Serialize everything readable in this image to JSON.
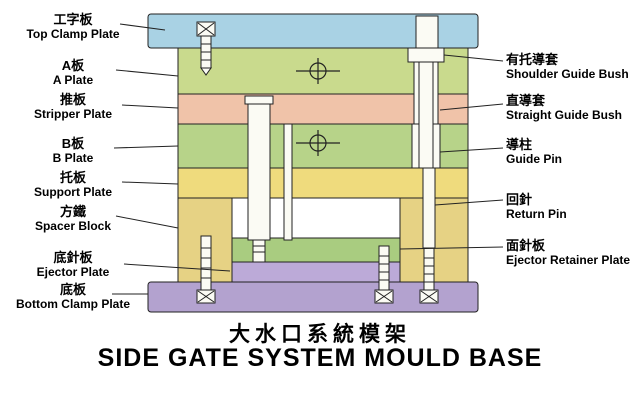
{
  "title": {
    "zh": "大水口系統模架",
    "en": "SIDE GATE SYSTEM MOULD BASE"
  },
  "left_labels": [
    {
      "zh": "工字板",
      "en": "Top Clamp Plate"
    },
    {
      "zh": "A板",
      "en": "A Plate"
    },
    {
      "zh": "推板",
      "en": "Stripper Plate"
    },
    {
      "zh": "B板",
      "en": "B Plate"
    },
    {
      "zh": "托板",
      "en": "Support Plate"
    },
    {
      "zh": "方鐵",
      "en": "Spacer Block"
    },
    {
      "zh": "底針板",
      "en": "Ejector Plate"
    },
    {
      "zh": "底板",
      "en": "Bottom Clamp Plate"
    }
  ],
  "right_labels": [
    {
      "zh": "有托導套",
      "en": "Shoulder Guide Bush"
    },
    {
      "zh": "直導套",
      "en": "Straight Guide Bush"
    },
    {
      "zh": "導柱",
      "en": "Guide Pin"
    },
    {
      "zh": "回針",
      "en": "Return Pin"
    },
    {
      "zh": "面針板",
      "en": "Ejector Retainer Plate"
    }
  ],
  "colors": {
    "top_clamp": "#a9d2e4",
    "a_plate": "#c9da8d",
    "stripper": "#f0c3a9",
    "b_plate": "#b7d389",
    "support": "#efdb7d",
    "spacer": "#e6d284",
    "retainer": "#a9cc80",
    "ejector": "#bcaad8",
    "bottom_clamp": "#b3a2cf",
    "pin_fill": "#fbfbf4",
    "outline": "#222222"
  }
}
